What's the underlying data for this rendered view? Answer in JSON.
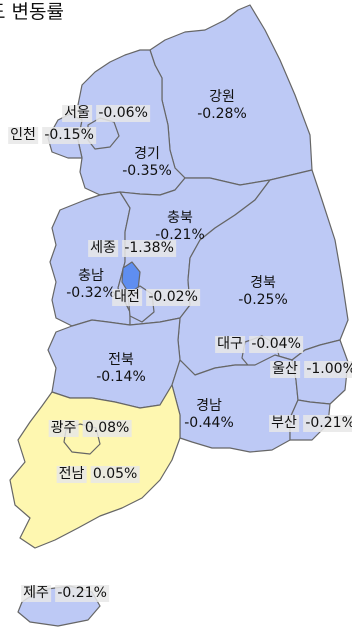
{
  "title": "도 변동률",
  "colors": {
    "decrease": "#bdc9f5",
    "increase": "#fef7b0",
    "sejong": "#5f8ef0",
    "border": "#666666"
  },
  "regions": [
    {
      "id": "seoul",
      "name": "서울",
      "value": "-0.06%"
    },
    {
      "id": "incheon",
      "name": "인천",
      "value": "-0.15%"
    },
    {
      "id": "gyeonggi",
      "name": "경기",
      "value": "-0.35%"
    },
    {
      "id": "gangwon",
      "name": "강원",
      "value": "-0.28%"
    },
    {
      "id": "chungbuk",
      "name": "충북",
      "value": "-0.21%"
    },
    {
      "id": "sejong",
      "name": "세종",
      "value": "-1.38%"
    },
    {
      "id": "chungnam",
      "name": "충남",
      "value": "-0.32%"
    },
    {
      "id": "daejeon",
      "name": "대전",
      "value": "-0.02%"
    },
    {
      "id": "gyeongbuk",
      "name": "경북",
      "value": "-0.25%"
    },
    {
      "id": "daegu",
      "name": "대구",
      "value": "-0.04%"
    },
    {
      "id": "ulsan",
      "name": "울산",
      "value": "-1.00%"
    },
    {
      "id": "jeonbuk",
      "name": "전북",
      "value": "-0.14%"
    },
    {
      "id": "gyeongnam",
      "name": "경남",
      "value": "-0.44%"
    },
    {
      "id": "busan",
      "name": "부산",
      "value": "-0.21%"
    },
    {
      "id": "gwangju",
      "name": "광주",
      "value": "0.08%"
    },
    {
      "id": "jeonnam",
      "name": "전남",
      "value": "0.05%"
    },
    {
      "id": "jeju",
      "name": "제주",
      "value": "-0.21%"
    }
  ]
}
